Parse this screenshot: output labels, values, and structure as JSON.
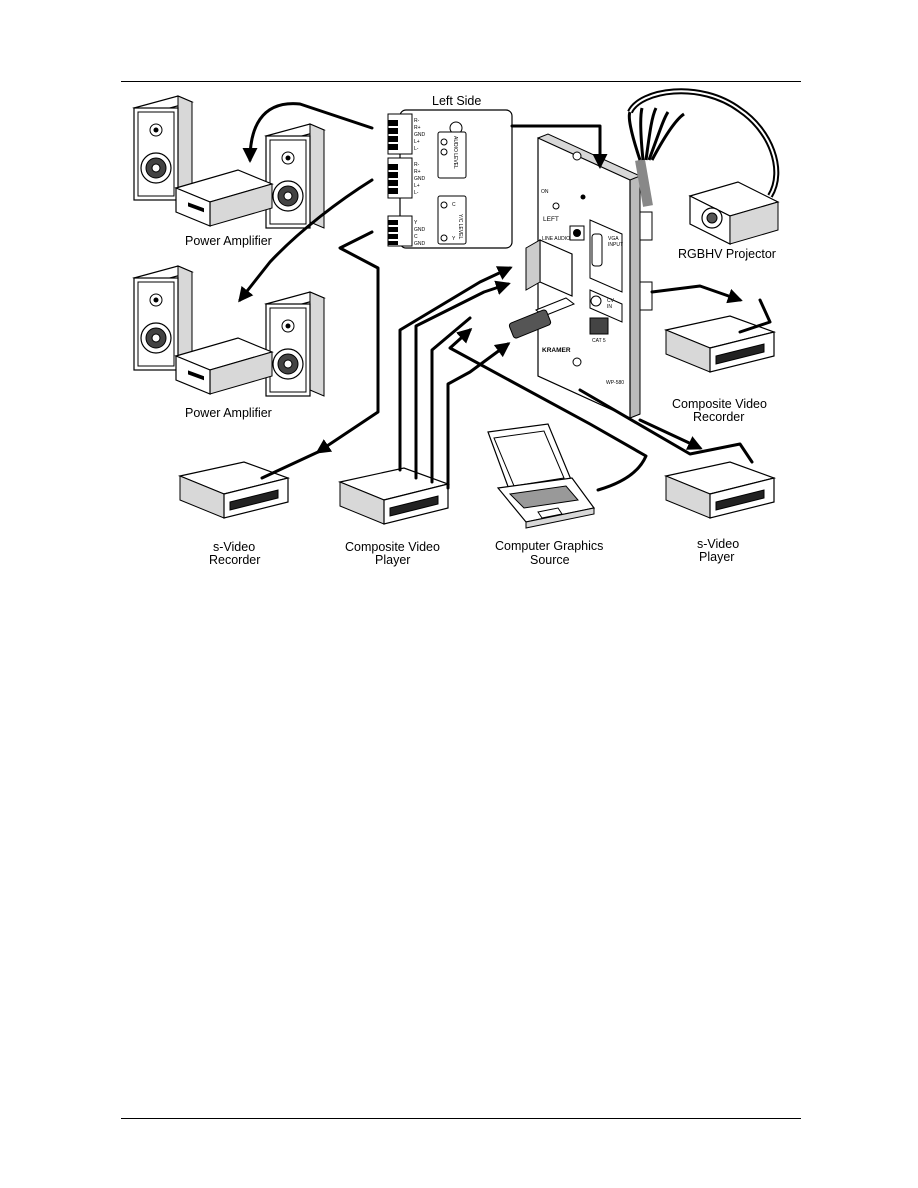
{
  "labels": {
    "left_side": "Left Side",
    "power_amplifier_top": "Power Amplifier",
    "power_amplifier_bottom": "Power Amplifier",
    "rgbhv_projector": "RGBHV Projector",
    "composite_video_recorder": [
      "Composite Video",
      "Recorder"
    ],
    "s_video_recorder": [
      "s-Video",
      "Recorder"
    ],
    "composite_video_player": [
      "Composite Video",
      "Player"
    ],
    "computer_graphics_source": [
      "Computer Graphics",
      "Source"
    ],
    "s_video_player": [
      "s-Video",
      "Player"
    ]
  },
  "panel": {
    "model": "WP-580",
    "brand": "KRAMER",
    "on": "ON",
    "left": "LEFT",
    "line_audio": "LINE AUDIO",
    "vga_input": [
      "VGA",
      "INPUT"
    ],
    "cv_in": [
      "CV",
      "IN"
    ],
    "cat5": "CAT 5"
  },
  "terminal_labels": {
    "audio_out": [
      "R-",
      "R+",
      "GND",
      "L+",
      "L-"
    ],
    "audio_out_2": [
      "R-",
      "R+",
      "GND",
      "L+",
      "L-"
    ],
    "yc_out": [
      "Y",
      "GND",
      "C",
      "GND"
    ],
    "audio_level": "AUDIO LEVEL",
    "yc_level": "Y/C LEVEL",
    "yc_level_marks": [
      "C",
      "Y"
    ]
  }
}
